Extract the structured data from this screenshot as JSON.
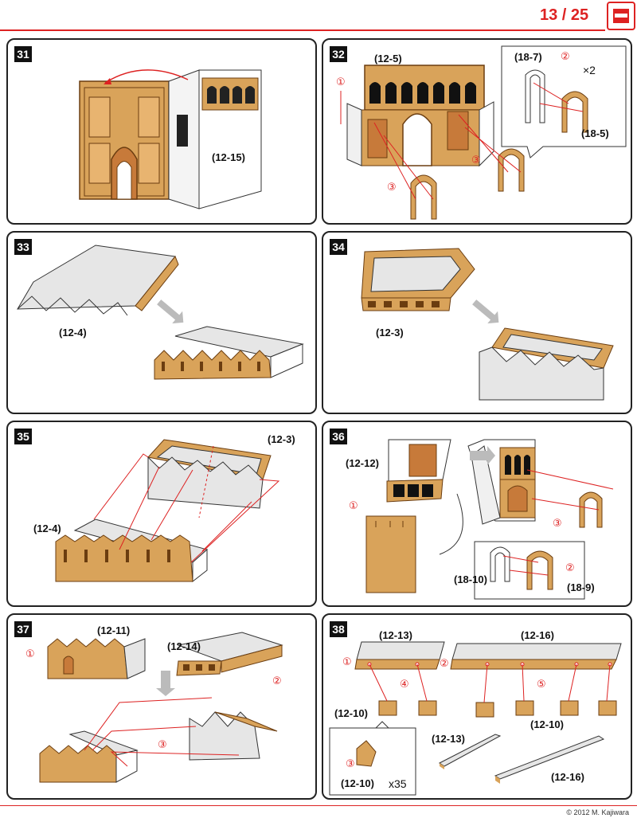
{
  "header": {
    "page": "13 / 25",
    "icon": "book-icon"
  },
  "footer": {
    "copyright": "© 2012 M. Kajiwara"
  },
  "steps": [
    {
      "num": "31",
      "labels": [
        "(12-15)"
      ]
    },
    {
      "num": "32",
      "labels": [
        "(12-5)",
        "(18-7)",
        "×2",
        "(18-5)"
      ],
      "circled": [
        "①",
        "②",
        "③",
        "③"
      ]
    },
    {
      "num": "33",
      "labels": [
        "(12-4)"
      ]
    },
    {
      "num": "34",
      "labels": [
        "(12-3)"
      ]
    },
    {
      "num": "35",
      "labels": [
        "(12-3)",
        "(12-4)"
      ]
    },
    {
      "num": "36",
      "labels": [
        "(12-12)",
        "(18-10)",
        "(18-9)"
      ],
      "circled": [
        "①",
        "②",
        "③"
      ]
    },
    {
      "num": "37",
      "labels": [
        "(12-11)",
        "(12-14)"
      ],
      "circled": [
        "①",
        "②",
        "③"
      ]
    },
    {
      "num": "38",
      "labels": [
        "(12-13)",
        "(12-16)",
        "(12-10)",
        "(12-10)",
        "(12-10)",
        "(12-13)",
        "(12-16)",
        "x35"
      ],
      "circled": [
        "①",
        "②",
        "③",
        "④",
        "⑤"
      ]
    }
  ]
}
